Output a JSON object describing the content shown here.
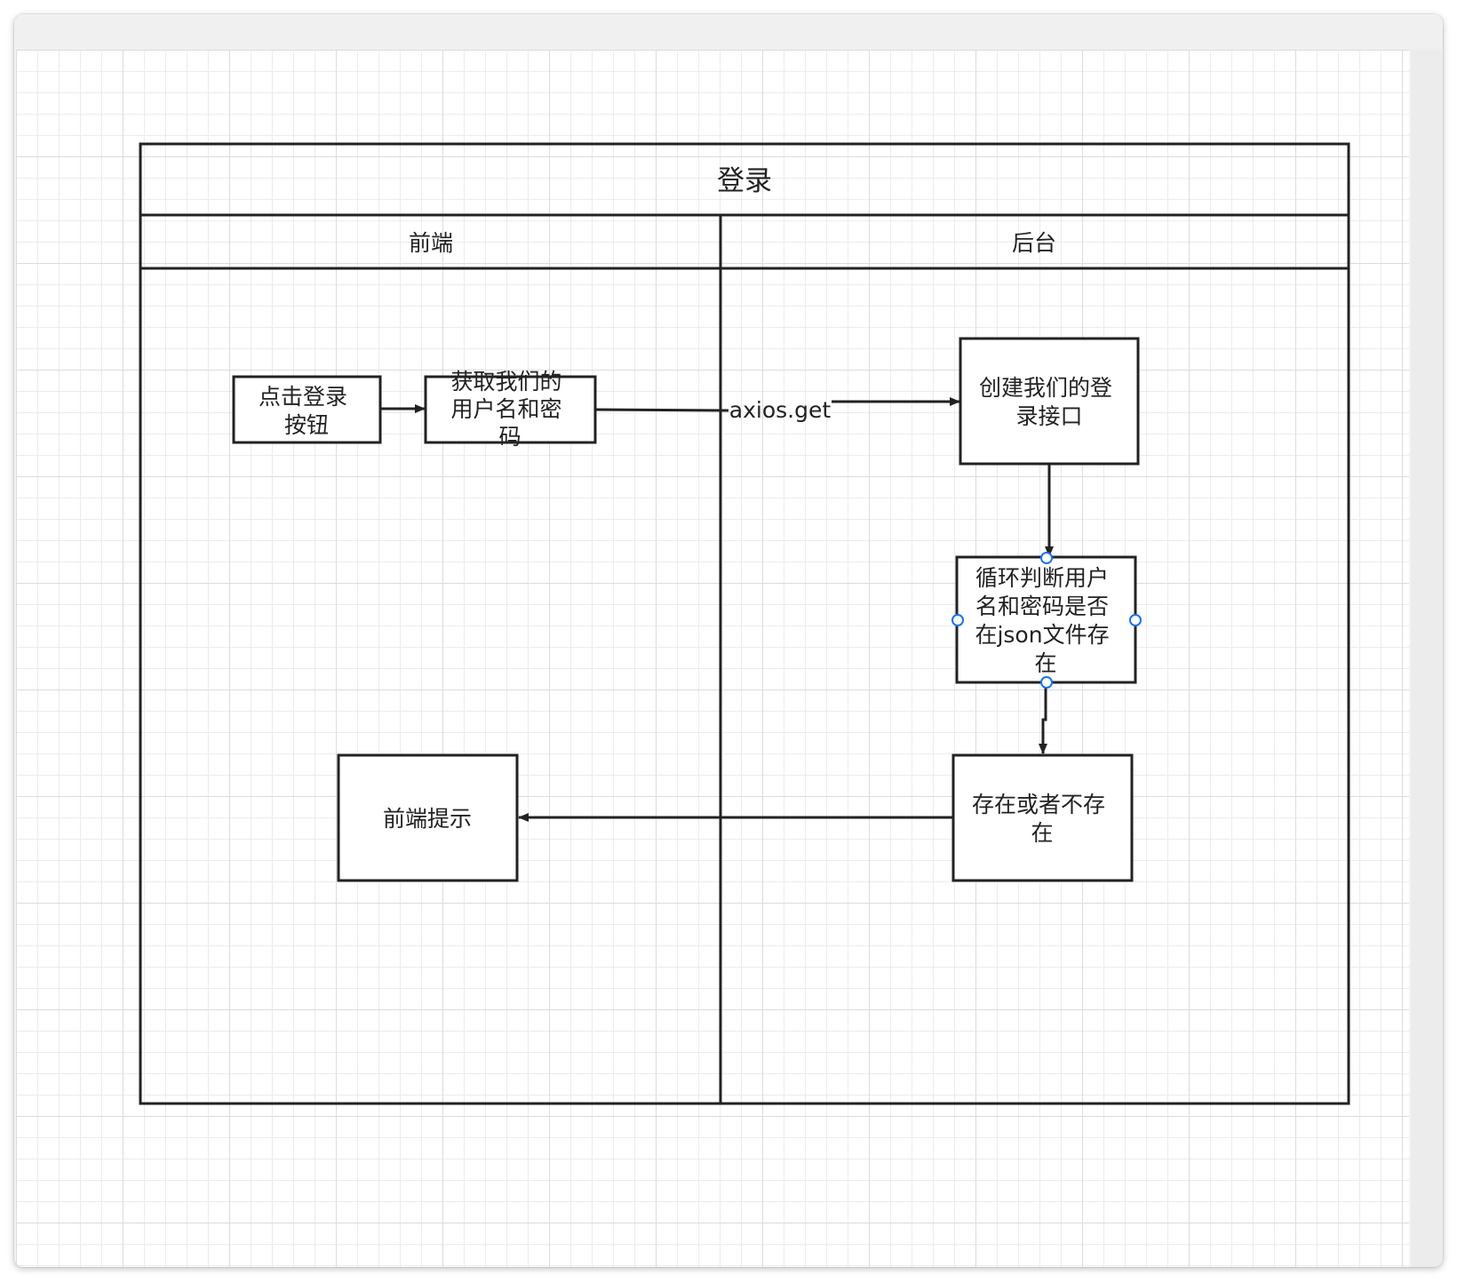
{
  "pool": {
    "title": "登录",
    "lanes": [
      {
        "label": "前端"
      },
      {
        "label": "后台"
      }
    ]
  },
  "nodes": {
    "click_login": {
      "lines": [
        "点击登录",
        "按钮"
      ]
    },
    "get_credentials": {
      "lines": [
        "获取我们的",
        "用户名和密",
        "码"
      ]
    },
    "create_api": {
      "lines": [
        "创建我们的登",
        "录接口"
      ]
    },
    "check_json": {
      "lines": [
        "循环判断用户",
        "名和密码是否",
        "在json文件存",
        "在"
      ]
    },
    "exists_result": {
      "lines": [
        "存在或者不存",
        "在"
      ]
    },
    "frontend_tip": {
      "lines": [
        "前端提示"
      ]
    }
  },
  "edges": {
    "request_label": "axios.get"
  },
  "colors": {
    "stroke": "#222222",
    "handle": "#1a73e8",
    "grid_major": "#dcdcdc",
    "grid_minor": "#ececec"
  }
}
